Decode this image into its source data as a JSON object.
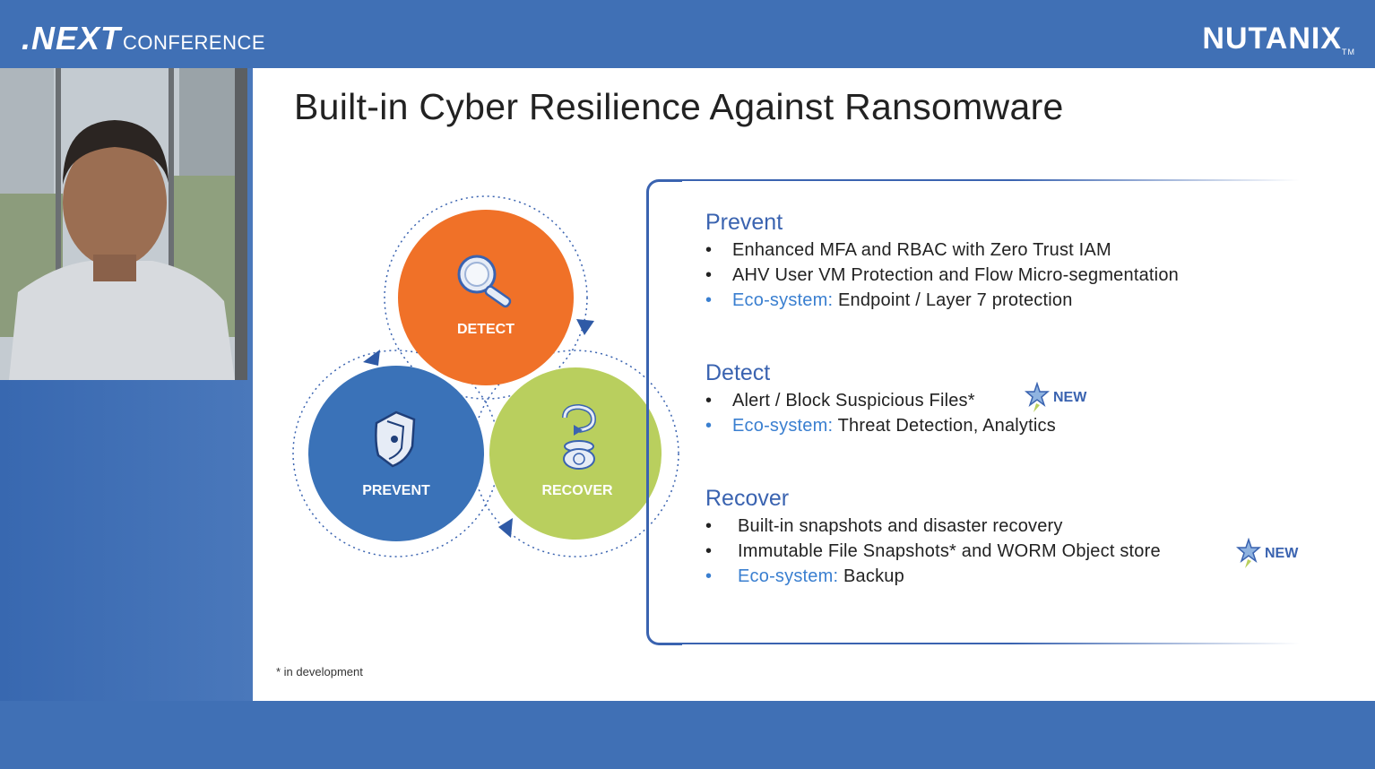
{
  "header": {
    "event_logo_main": ".NEXT",
    "event_logo_sub": "CONFERENCE",
    "brand": "NUTANIX",
    "brand_tm": "TM"
  },
  "slide": {
    "title": "Built-in Cyber Resilience Against Ransomware",
    "footnote": "* in development",
    "cycle": {
      "detect": "DETECT",
      "prevent": "PREVENT",
      "recover": "RECOVER",
      "colors": {
        "detect": "#f07128",
        "prevent": "#3a72b8",
        "recover": "#b9cf5e"
      }
    },
    "sections": {
      "prevent": {
        "title": "Prevent",
        "items": [
          "Enhanced MFA and RBAC with Zero Trust IAM",
          "AHV User VM Protection and Flow Micro-segmentation"
        ],
        "eco_label": "Eco-system:",
        "eco_text": "Endpoint / Layer 7 protection"
      },
      "detect": {
        "title": "Detect",
        "items": [
          "Alert / Block Suspicious Files*"
        ],
        "eco_label": "Eco-system:",
        "eco_text": "Threat Detection, Analytics"
      },
      "recover": {
        "title": "Recover",
        "items": [
          "Built-in snapshots and disaster recovery",
          "Immutable File Snapshots* and WORM Object store"
        ],
        "eco_label": "Eco-system:",
        "eco_text": "Backup"
      }
    },
    "new_badge": "NEW",
    "bullet_char": "•"
  },
  "colors": {
    "accent": "#3a63b0",
    "bar": "#4070b5"
  }
}
